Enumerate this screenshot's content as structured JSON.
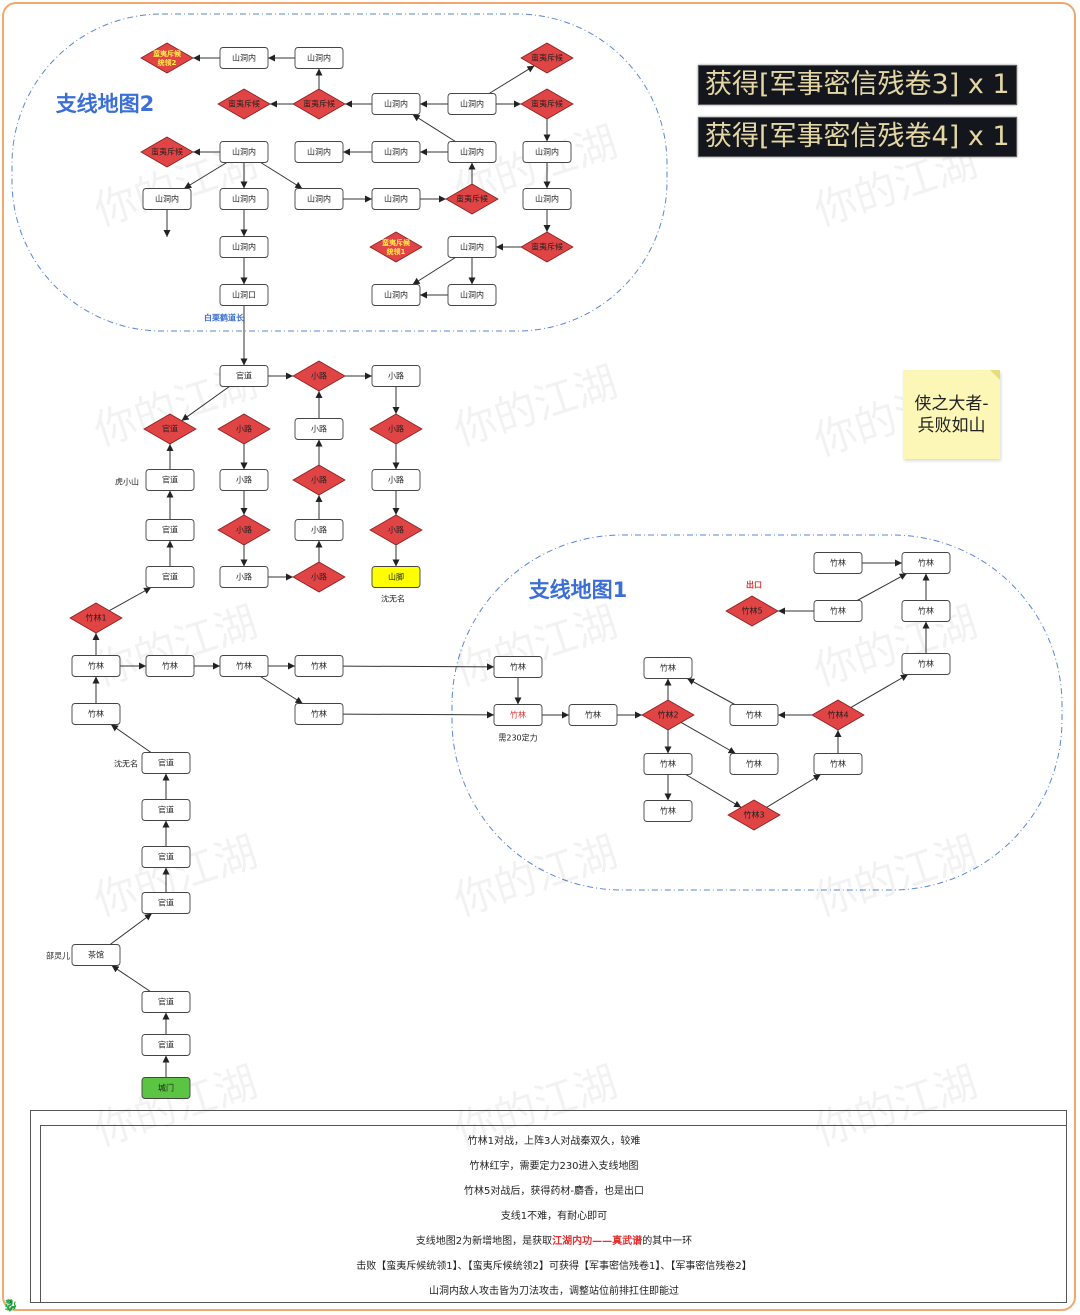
{
  "titles": {
    "map2": "支线地图2",
    "map1": "支线地图1"
  },
  "rewards": [
    "获得[军事密信残卷3] x 1",
    "获得[军事密信残卷4] x 1"
  ],
  "sticky_note": "侠之大者-\n兵败如山",
  "watermark": "你的江湖",
  "nodes": [
    {
      "id": "m2a",
      "label": "蛮夷斥候统领2",
      "shape": "diamond",
      "fill": "red",
      "bold": true
    },
    {
      "id": "m2b",
      "label": "山洞内",
      "shape": "rect"
    },
    {
      "id": "m2c",
      "label": "山洞内",
      "shape": "rect"
    },
    {
      "id": "m2d",
      "label": "蛮夷斥候",
      "shape": "diamond",
      "fill": "red"
    },
    {
      "id": "m2e",
      "label": "蛮夷斥候",
      "shape": "diamond",
      "fill": "red"
    },
    {
      "id": "m2f",
      "label": "蛮夷斥候",
      "shape": "diamond",
      "fill": "red"
    },
    {
      "id": "m2g",
      "label": "山洞内",
      "shape": "rect"
    },
    {
      "id": "m2h",
      "label": "山洞内",
      "shape": "rect"
    },
    {
      "id": "m2i",
      "label": "蛮夷斥候",
      "shape": "diamond",
      "fill": "red"
    },
    {
      "id": "m2j",
      "label": "蛮夷斥候",
      "shape": "diamond",
      "fill": "red"
    },
    {
      "id": "m2k",
      "label": "山洞内",
      "shape": "rect"
    },
    {
      "id": "m2l",
      "label": "山洞内",
      "shape": "rect"
    },
    {
      "id": "m2m",
      "label": "山洞内",
      "shape": "rect"
    },
    {
      "id": "m2n",
      "label": "山洞内",
      "shape": "rect"
    },
    {
      "id": "m2o",
      "label": "山洞内",
      "shape": "rect"
    },
    {
      "id": "m2p",
      "label": "山洞内",
      "shape": "rect"
    },
    {
      "id": "m2q",
      "label": "山洞内",
      "shape": "rect"
    },
    {
      "id": "m2r",
      "label": "山洞内",
      "shape": "rect"
    },
    {
      "id": "m2s",
      "label": "山洞内",
      "shape": "rect"
    },
    {
      "id": "m2t",
      "label": "蛮夷斥候",
      "shape": "diamond",
      "fill": "red"
    },
    {
      "id": "m2u",
      "label": "山洞内",
      "shape": "rect"
    },
    {
      "id": "m2v",
      "label": "山洞内",
      "shape": "rect"
    },
    {
      "id": "m2w",
      "label": "蛮夷斥候统领1",
      "shape": "diamond",
      "fill": "red",
      "bold": true
    },
    {
      "id": "m2x",
      "label": "山洞内",
      "shape": "rect"
    },
    {
      "id": "m2y",
      "label": "蛮夷斥候",
      "shape": "diamond",
      "fill": "red"
    },
    {
      "id": "m2z",
      "label": "山洞口",
      "shape": "rect"
    },
    {
      "id": "m2aa",
      "label": "山洞内",
      "shape": "rect"
    },
    {
      "id": "m2ab",
      "label": "山洞内",
      "shape": "rect"
    },
    {
      "id": "g1",
      "label": "官道",
      "shape": "rect"
    },
    {
      "id": "x1",
      "label": "小路",
      "shape": "diamond",
      "fill": "red"
    },
    {
      "id": "x2",
      "label": "小路",
      "shape": "rect"
    },
    {
      "id": "gd",
      "label": "官道",
      "shape": "diamond",
      "fill": "red"
    },
    {
      "id": "x3",
      "label": "小路",
      "shape": "diamond",
      "fill": "red"
    },
    {
      "id": "x4",
      "label": "小路",
      "shape": "rect"
    },
    {
      "id": "x5",
      "label": "小路",
      "shape": "diamond",
      "fill": "red"
    },
    {
      "id": "g2",
      "label": "官道",
      "shape": "rect"
    },
    {
      "id": "x6",
      "label": "小路",
      "shape": "rect"
    },
    {
      "id": "x7",
      "label": "小路",
      "shape": "diamond",
      "fill": "red"
    },
    {
      "id": "x8",
      "label": "小路",
      "shape": "rect"
    },
    {
      "id": "g3",
      "label": "官道",
      "shape": "rect"
    },
    {
      "id": "x9",
      "label": "小路",
      "shape": "diamond",
      "fill": "red"
    },
    {
      "id": "x10",
      "label": "小路",
      "shape": "rect"
    },
    {
      "id": "x11",
      "label": "小路",
      "shape": "diamond",
      "fill": "red"
    },
    {
      "id": "g4",
      "label": "官道",
      "shape": "rect"
    },
    {
      "id": "x12",
      "label": "小路",
      "shape": "rect"
    },
    {
      "id": "x13",
      "label": "小路",
      "shape": "diamond",
      "fill": "red"
    },
    {
      "id": "sj",
      "label": "山脚",
      "shape": "rect",
      "fill": "yellow"
    },
    {
      "id": "zl1",
      "label": "竹林1",
      "shape": "diamond",
      "fill": "red"
    },
    {
      "id": "z1",
      "label": "竹林",
      "shape": "rect"
    },
    {
      "id": "z2",
      "label": "竹林",
      "shape": "rect"
    },
    {
      "id": "z3",
      "label": "竹林",
      "shape": "rect"
    },
    {
      "id": "z4",
      "label": "竹林",
      "shape": "rect"
    },
    {
      "id": "z5",
      "label": "竹林",
      "shape": "rect"
    },
    {
      "id": "z6",
      "label": "竹林",
      "shape": "rect"
    },
    {
      "id": "g5",
      "label": "官道",
      "shape": "rect"
    },
    {
      "id": "g6",
      "label": "官道",
      "shape": "rect"
    },
    {
      "id": "g7",
      "label": "官道",
      "shape": "rect"
    },
    {
      "id": "g8",
      "label": "官道",
      "shape": "rect"
    },
    {
      "id": "cg",
      "label": "茶馆",
      "shape": "rect"
    },
    {
      "id": "g9",
      "label": "官道",
      "shape": "rect"
    },
    {
      "id": "g10",
      "label": "官道",
      "shape": "rect"
    },
    {
      "id": "cm",
      "label": "城门",
      "shape": "rect",
      "fill": "green"
    },
    {
      "id": "b1",
      "label": "竹林",
      "shape": "rect"
    },
    {
      "id": "b2",
      "label": "竹林",
      "shape": "rect"
    },
    {
      "id": "b3",
      "label": "竹林",
      "shape": "rect"
    },
    {
      "id": "b4",
      "label": "竹林",
      "shape": "rect"
    },
    {
      "id": "b5",
      "label": "竹林",
      "shape": "rect"
    },
    {
      "id": "b6",
      "label": "竹林",
      "shape": "rect"
    },
    {
      "id": "b7",
      "label": "竹林",
      "shape": "rect"
    },
    {
      "id": "b8",
      "label": "竹林",
      "shape": "rect"
    },
    {
      "id": "b9",
      "label": "竹林",
      "shape": "rect"
    },
    {
      "id": "b10",
      "label": "竹林",
      "shape": "rect"
    },
    {
      "id": "b11",
      "label": "竹林",
      "shape": "rect"
    },
    {
      "id": "b12",
      "label": "竹林",
      "shape": "rect"
    },
    {
      "id": "b13",
      "label": "竹林",
      "shape": "rect"
    },
    {
      "id": "b14",
      "label": "竹林",
      "shape": "rect",
      "red_text": true
    },
    {
      "id": "zl2",
      "label": "竹林2",
      "shape": "diamond",
      "fill": "red"
    },
    {
      "id": "zl3",
      "label": "竹林3",
      "shape": "diamond",
      "fill": "red"
    },
    {
      "id": "zl4",
      "label": "竹林4",
      "shape": "diamond",
      "fill": "red"
    },
    {
      "id": "zl5",
      "label": "竹林5",
      "shape": "diamond",
      "fill": "red"
    }
  ],
  "annotations": [
    {
      "id": "a_baili",
      "label": "白栗鹤道长",
      "style": "blue"
    },
    {
      "id": "a_huxs",
      "label": "虎小山",
      "style": "plain"
    },
    {
      "id": "a_shen1",
      "label": "沈无名",
      "style": "plain"
    },
    {
      "id": "a_shen2",
      "label": "沈无名",
      "style": "plain"
    },
    {
      "id": "a_bu",
      "label": "部灵儿",
      "style": "plain"
    },
    {
      "id": "a_need",
      "label": "需230定力",
      "style": "plain"
    },
    {
      "id": "a_exit",
      "label": "出口",
      "style": "red"
    }
  ],
  "notes": [
    {
      "text": "竹林1对战，上阵3人对战秦双久，较难"
    },
    {
      "text": "竹林红字，需要定力230进入支线地图"
    },
    {
      "text": "竹林5对战后，获得药材-麝香，也是出口"
    },
    {
      "text": "支线1不难，有耐心即可"
    },
    {
      "pre": "支线地图2为新增地图，是获取",
      "hl": "江湖内功——真武谱",
      "post": "的其中一环"
    },
    {
      "text": "击败【蛮夷斥候统领1】、【蛮夷斥候统领2】可获得【军事密信残卷1】、【军事密信残卷2】"
    },
    {
      "text": "山洞内敌人攻击皆为刀法攻击，调整站位前排扛住即能过"
    }
  ],
  "colors": {
    "diamond_red": "#e04444",
    "start_green": "#5cc443",
    "end_yellow": "#ffff00",
    "title_blue": "#3b6fd6",
    "dash_blue": "#5b86d6"
  }
}
